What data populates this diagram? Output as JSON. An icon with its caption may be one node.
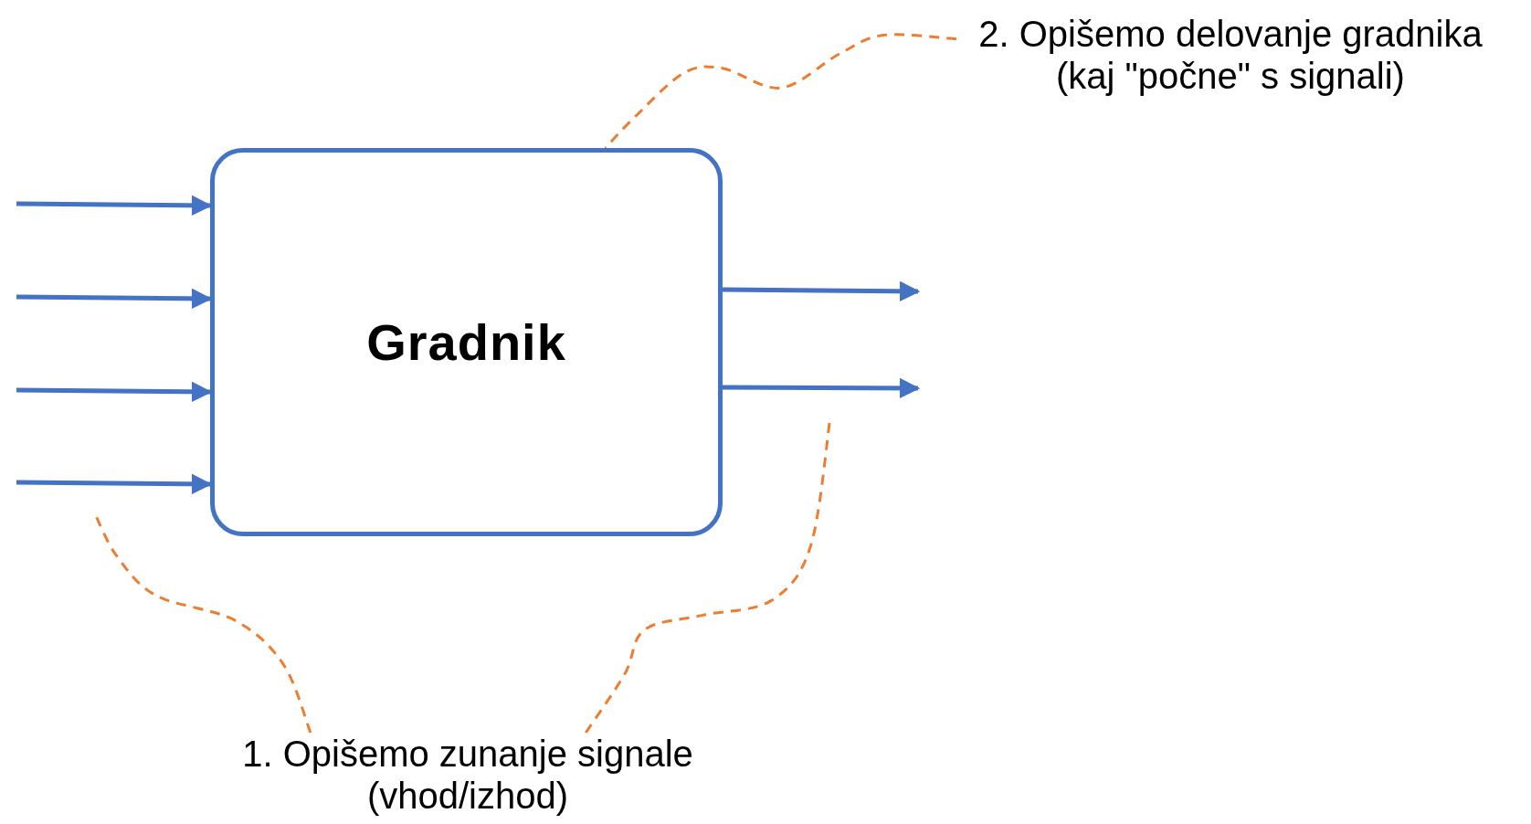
{
  "diagram": {
    "nodes": [
      {
        "text": [
          "Gradnik"
        ]
      },
      {
        "text": [
          "2. Opišemo delovanje gradnika (kaj \"počne\" s signali)"
        ]
      },
      {
        "text": [
          "1. Opišemo zunanje signale (vhod/izhod)"
        ]
      }
    ],
    "edges": [
      {
        "from": null,
        "to": 0,
        "arrow": "to"
      },
      {
        "from": null,
        "to": 0,
        "arrow": "to"
      },
      {
        "from": null,
        "to": 0,
        "arrow": "to"
      },
      {
        "from": null,
        "to": 0,
        "arrow": "to"
      },
      {
        "from": 0,
        "to": null,
        "arrow": "to"
      },
      {
        "from": 0,
        "to": null,
        "arrow": "to"
      },
      {
        "from": 1,
        "to": 0,
        "arrow": "none",
        "style": "dashed",
        "color": "#ed7d31"
      },
      {
        "from": 2,
        "to": null,
        "arrow": "none",
        "style": "dashed",
        "color": "#ed7d31"
      },
      {
        "from": 2,
        "to": null,
        "arrow": "none",
        "style": "dashed",
        "color": "#ed7d31"
      }
    ]
  }
}
